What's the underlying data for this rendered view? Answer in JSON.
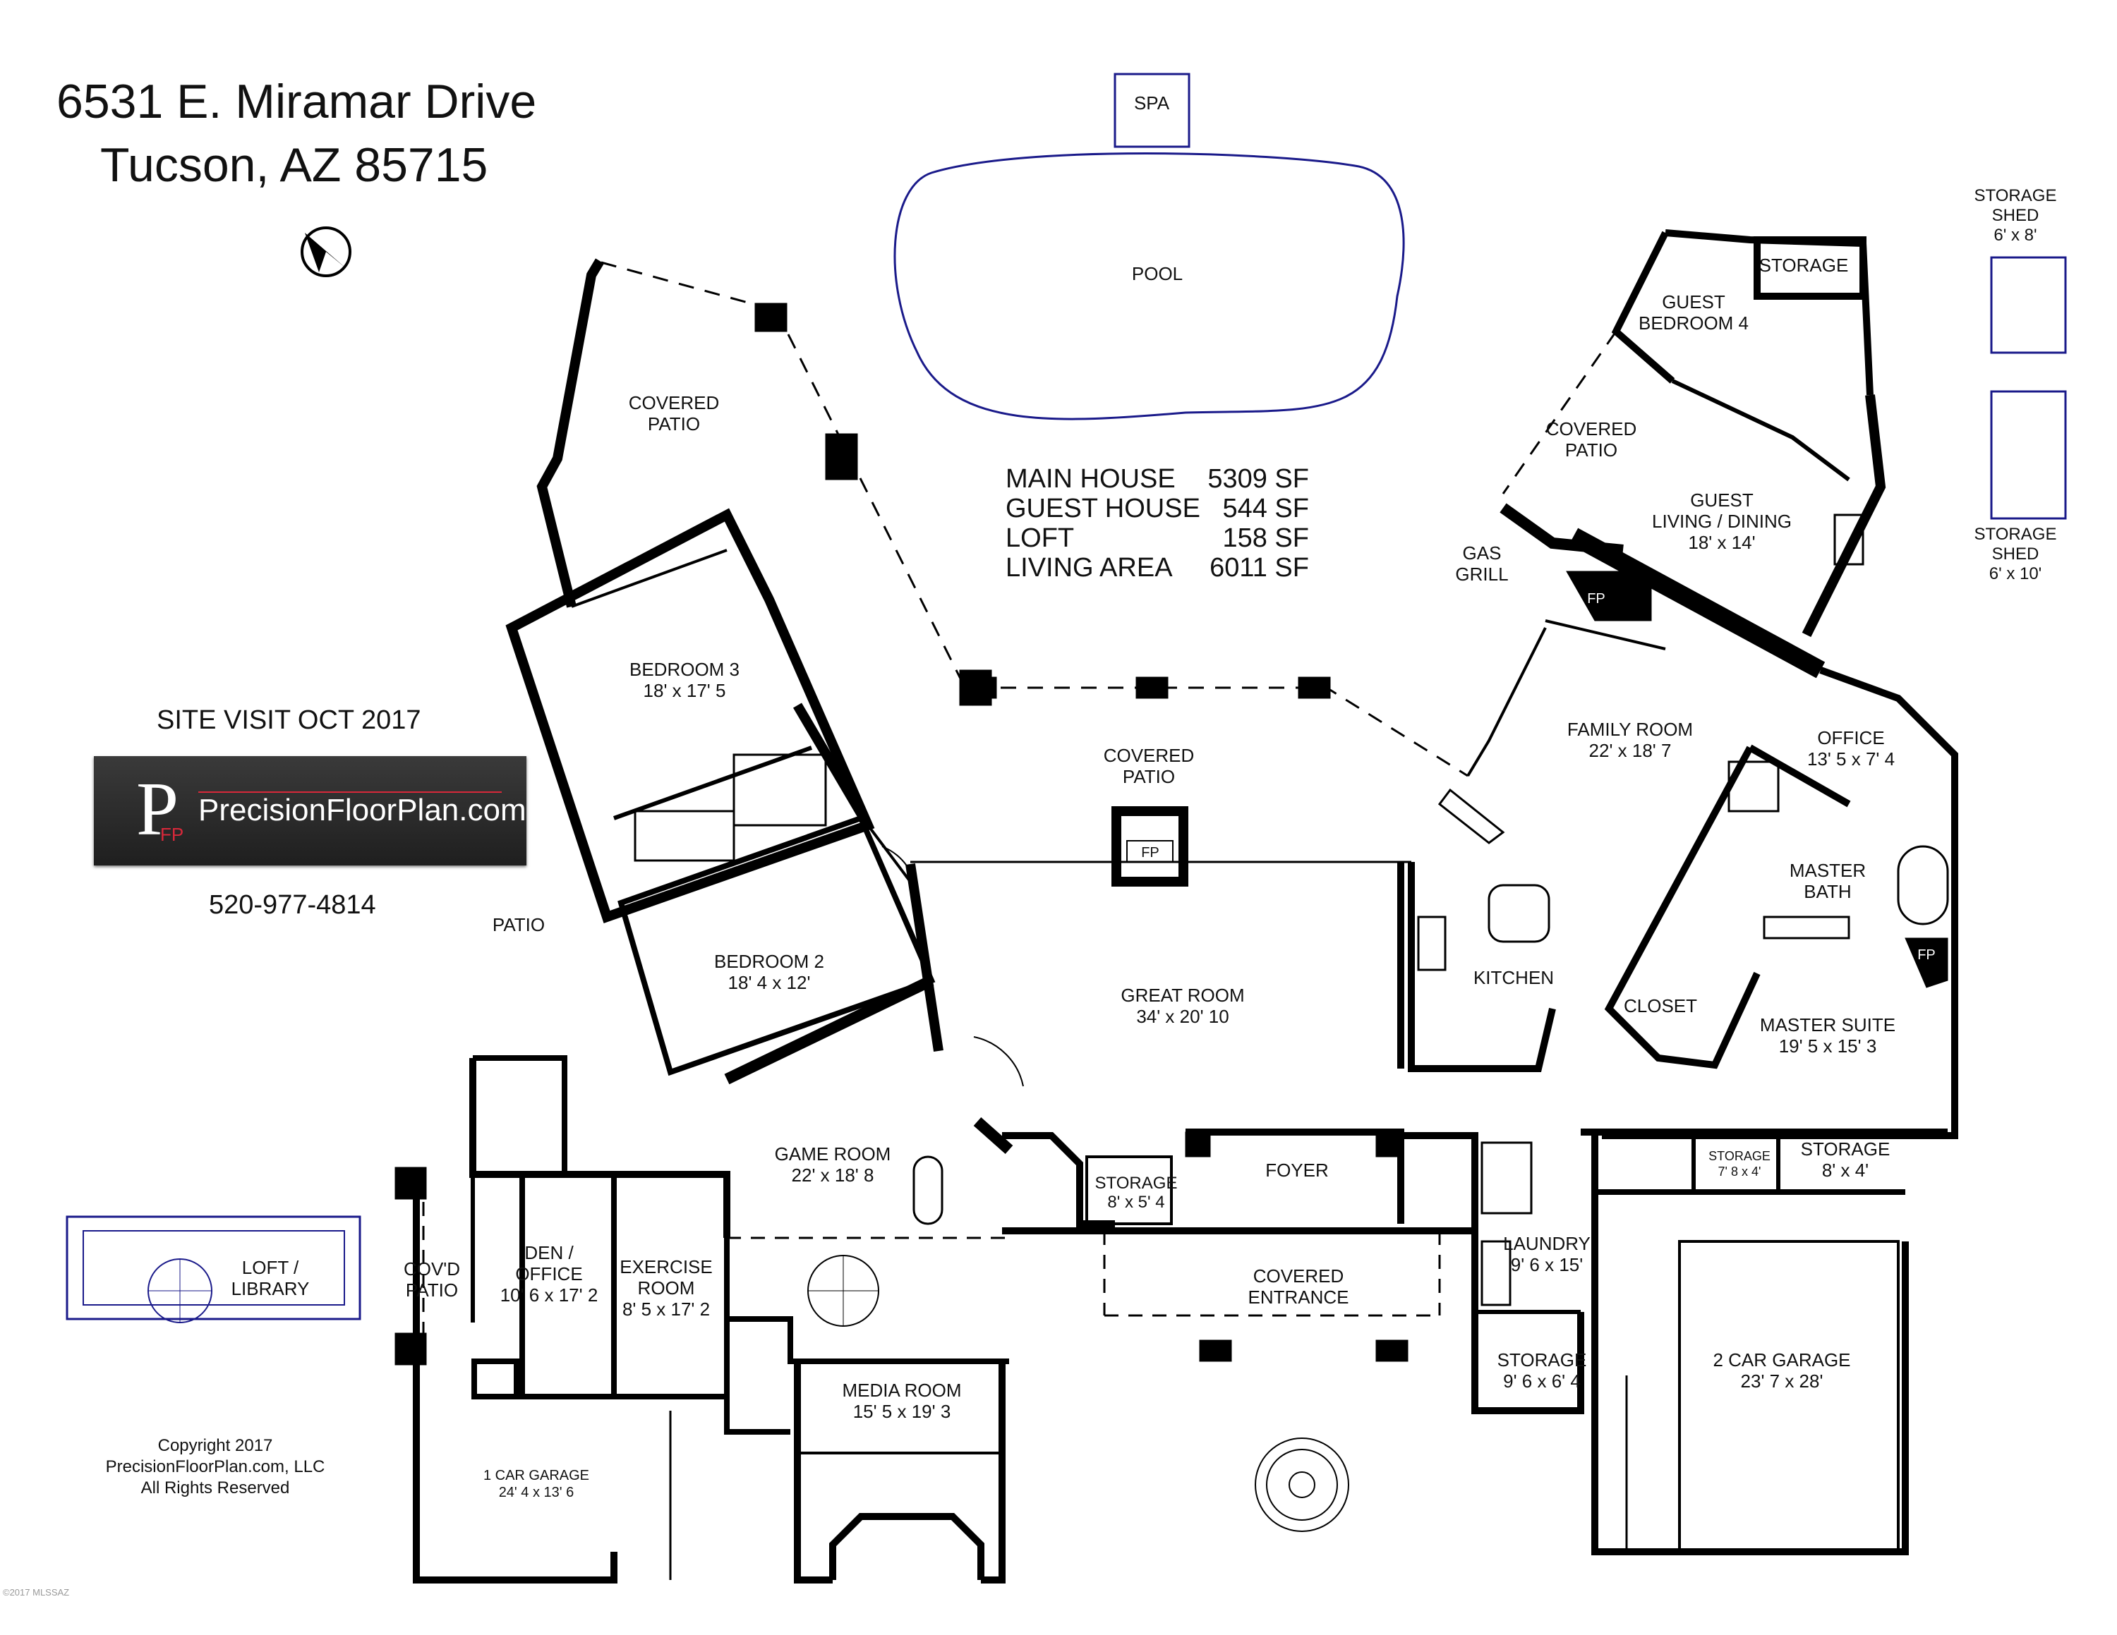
{
  "header": {
    "address_line1": "6531 E. Miramar Drive",
    "address_line2": "Tucson, AZ  85715",
    "site_visit": "SITE VISIT OCT 2017",
    "phone": "520-977-4814"
  },
  "logo": {
    "mark": "P",
    "sub": "FP",
    "text": "PrecisionFloorPlan.com"
  },
  "area_table": [
    {
      "label": "MAIN HOUSE",
      "value": "5309 SF"
    },
    {
      "label": "GUEST HOUSE",
      "value": "544 SF"
    },
    {
      "label": "LOFT",
      "value": "158 SF"
    },
    {
      "label": "LIVING AREA",
      "value": "6011 SF"
    }
  ],
  "copyright": [
    "Copyright 2017",
    "PrecisionFloorPlan.com, LLC",
    "All Rights Reserved"
  ],
  "watermark": "©2017 MLSSAZ",
  "rooms": {
    "spa": "SPA",
    "pool": "POOL",
    "covered_patio_nw": [
      "COVERED",
      "PATIO"
    ],
    "bedroom3": {
      "name": "BEDROOM 3",
      "dims": "18' x 17' 5"
    },
    "bedroom2": {
      "name": "BEDROOM 2",
      "dims": "18' 4 x 12'"
    },
    "patio": "PATIO",
    "covered_patio_center": [
      "COVERED",
      "PATIO"
    ],
    "fp_patio": "FP",
    "great_room": {
      "name": "GREAT ROOM",
      "dims": "34' x 20' 10"
    },
    "game_room": {
      "name": "GAME ROOM",
      "dims": "22' x 18' 8"
    },
    "media_room": {
      "name": "MEDIA ROOM",
      "dims": "15' 5 x 19' 3"
    },
    "den_office": {
      "name": [
        "DEN /",
        "OFFICE"
      ],
      "dims": "10' 6 x 17' 2"
    },
    "exercise_room": {
      "name": [
        "EXERCISE",
        "ROOM"
      ],
      "dims": "8' 5 x 17' 2"
    },
    "covd_patio": [
      "COV'D",
      "PATIO"
    ],
    "one_car_garage": {
      "name": "1 CAR GARAGE",
      "dims": "24' 4 x 13' 6"
    },
    "loft": [
      "LOFT /",
      "LIBRARY"
    ],
    "storage_center": {
      "name": "STORAGE",
      "dims": "8' x 5' 4"
    },
    "foyer": "FOYER",
    "covered_entrance": [
      "COVERED",
      "ENTRANCE"
    ],
    "kitchen": "KITCHEN",
    "family_room": {
      "name": "FAMILY ROOM",
      "dims": "22' x 18' 7"
    },
    "gas_grill": [
      "GAS",
      "GRILL"
    ],
    "fp_family": "FP",
    "covered_patio_ne": [
      "COVERED",
      "PATIO"
    ],
    "guest_bedroom4": [
      "GUEST",
      "BEDROOM 4"
    ],
    "storage_guest": "STORAGE",
    "guest_living": {
      "name": [
        "GUEST",
        "LIVING / DINING"
      ],
      "dims": "18' x 14'"
    },
    "office": {
      "name": "OFFICE",
      "dims": "13' 5 x 7' 4"
    },
    "master_bath": [
      "MASTER",
      "BATH"
    ],
    "closet": "CLOSET",
    "fp_master": "FP",
    "master_suite": {
      "name": "MASTER SUITE",
      "dims": "19' 5 x 15' 3"
    },
    "laundry": {
      "name": "LAUNDRY",
      "dims": "9' 6 x 15'"
    },
    "storage_laundry": {
      "name": "STORAGE",
      "dims": "9' 6 x 6' 4"
    },
    "storage_small": {
      "name": "STORAGE",
      "dims": "7' 8 x 4'"
    },
    "storage_right": {
      "name": "STORAGE",
      "dims": "8' x 4'"
    },
    "two_car_garage": {
      "name": "2 CAR GARAGE",
      "dims": "23' 7 x 28'"
    },
    "shed1": {
      "name": [
        "STORAGE",
        "SHED"
      ],
      "dims": "6' x 8'"
    },
    "shed2": {
      "name": [
        "STORAGE",
        "SHED"
      ],
      "dims": "6' x 10'"
    }
  }
}
